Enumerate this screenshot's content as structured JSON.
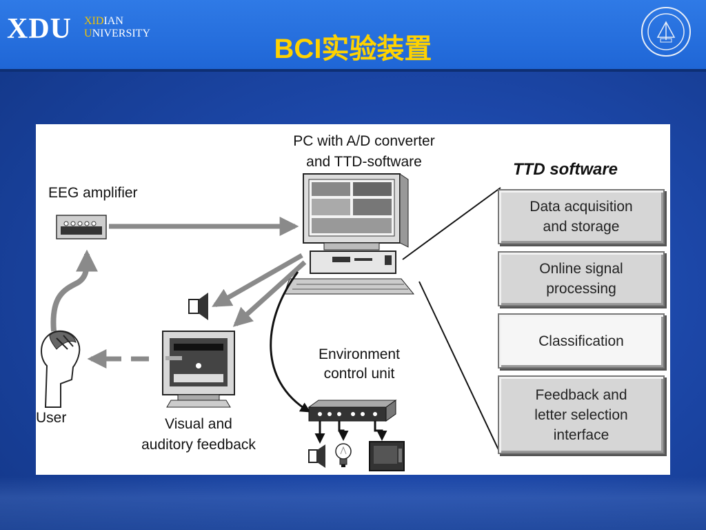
{
  "header": {
    "logo_mark": "XDU",
    "logo_line1_accent": "XID",
    "logo_line1_rest": "IAN",
    "logo_line2_accent": "U",
    "logo_line2_rest": "NIVERSITY",
    "title": "BCI实验装置"
  },
  "diagram": {
    "pc_label": "PC with A/D converter\nand TTD-software",
    "eeg_label": "EEG amplifier",
    "user_label": "User",
    "feedback_label": "Visual and\nauditory feedback",
    "env_label": "Environment\ncontrol unit",
    "ttd_heading": "TTD software",
    "modules": [
      "Data acquisition\nand storage",
      "Online signal\nprocessing",
      "Classification",
      "Feedback and\nletter selection\ninterface"
    ]
  },
  "colors": {
    "title": "#ffd200",
    "header": "#1f66d6",
    "background": "#1c47a8",
    "arrow_gray": "#8a8a8a"
  }
}
